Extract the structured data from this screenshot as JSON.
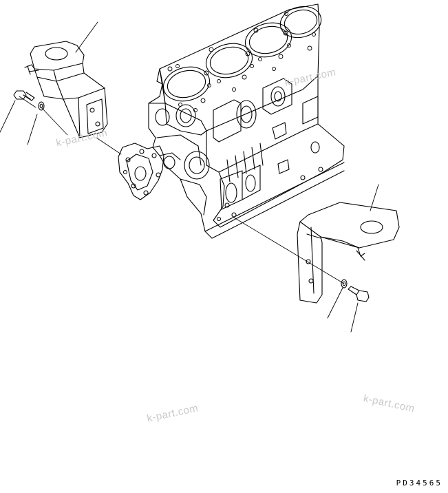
{
  "drawing": {
    "part_code": "PD34565",
    "watermarks": [
      "k-part.com",
      "k-part.com",
      "k-part.com",
      "k-part.com"
    ]
  },
  "colors": {
    "line": "#000000",
    "watermark": "#c9c9c9",
    "background": "#ffffff"
  }
}
